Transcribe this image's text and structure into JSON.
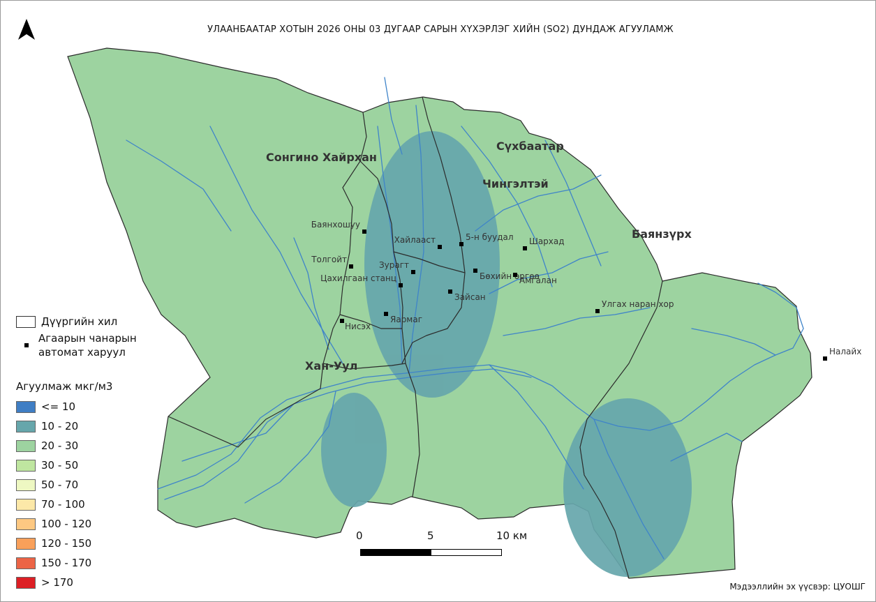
{
  "title": "УЛААНБААТАР ХОТЫН 2026 ОНЫ 03 ДУГААР САРЫН ХҮХЭРЛЭГ ХИЙН (SO2) ДУНДАЖ АГУУЛАМЖ",
  "north_arrow_icon": "north-arrow-icon",
  "colors": {
    "base": "#9dd3a0",
    "elevated": "#66a6ab",
    "river": "#3f84c9",
    "boundary": "#2b2b2b"
  },
  "districts": [
    {
      "name": "Сонгино Хайрхан",
      "lon": 106.79,
      "lat": 47.985
    },
    {
      "name": "Сүхбаатар",
      "lon": 106.955,
      "lat": 47.993
    },
    {
      "name": "Чингэлтэй",
      "lon": 106.945,
      "lat": 47.966
    },
    {
      "name": "Баянзүрх",
      "lon": 107.052,
      "lat": 47.93
    },
    {
      "name": "Хан-Уул",
      "lon": 106.818,
      "lat": 47.8355
    },
    {
      "name": "Налайх",
      "lon": 107.259,
      "lat": 47.8505
    }
  ],
  "stations": [
    {
      "name": "Баянхошуу",
      "lon": 106.8605,
      "lat": 47.9345
    },
    {
      "name": "Хайлааст",
      "lon": 106.9145,
      "lat": 47.9235
    },
    {
      "name": "5-н буудал",
      "lon": 106.93,
      "lat": 47.9255
    },
    {
      "name": "Шархад",
      "lon": 106.9755,
      "lat": 47.9225
    },
    {
      "name": "Толгойт",
      "lon": 106.851,
      "lat": 47.9095
    },
    {
      "name": "Зурагт",
      "lon": 106.8955,
      "lat": 47.9055
    },
    {
      "name": "Бөхийн өргөө",
      "lon": 106.94,
      "lat": 47.9065
    },
    {
      "name": "Амгалан",
      "lon": 106.9685,
      "lat": 47.9035
    },
    {
      "name": "Цахилгаан станц",
      "lon": 106.8865,
      "lat": 47.896
    },
    {
      "name": "Зайсан",
      "lon": 106.922,
      "lat": 47.8915
    },
    {
      "name": "Яармаг",
      "lon": 106.876,
      "lat": 47.8755
    },
    {
      "name": "Нисэх",
      "lon": 106.8445,
      "lat": 47.8705
    },
    {
      "name": "Улгах наран хор",
      "lon": 107.0275,
      "lat": 47.8775
    },
    {
      "name": "Налайх",
      "lon": 107.1905,
      "lat": 47.8435
    }
  ],
  "legend": {
    "boundary_label": "Дүүргийн хил",
    "station_label_1": "Агаарын чанарын",
    "station_label_2": "автомат харуул",
    "concentration_title": "Агуулмаж мкг/м3",
    "classes": [
      {
        "label": "<= 10",
        "color": "#3f7ec4"
      },
      {
        "label": "10 - 20",
        "color": "#66a6ab"
      },
      {
        "label": "20 - 30",
        "color": "#9dd3a0"
      },
      {
        "label": "30 - 50",
        "color": "#bfe6a0"
      },
      {
        "label": "50 - 70",
        "color": "#eef8c2"
      },
      {
        "label": "70 - 100",
        "color": "#fce8a8"
      },
      {
        "label": "100 - 120",
        "color": "#fdc882"
      },
      {
        "label": "120 - 150",
        "color": "#f9a05a"
      },
      {
        "label": "150 - 170",
        "color": "#ec6446"
      },
      {
        "label": "> 170",
        "color": "#dd1f24"
      }
    ]
  },
  "scalebar": {
    "zero": "0",
    "mid": "5",
    "end": "10 км"
  },
  "source": "Мэдээллийн эх үүсвэр: ЦУОШГ"
}
